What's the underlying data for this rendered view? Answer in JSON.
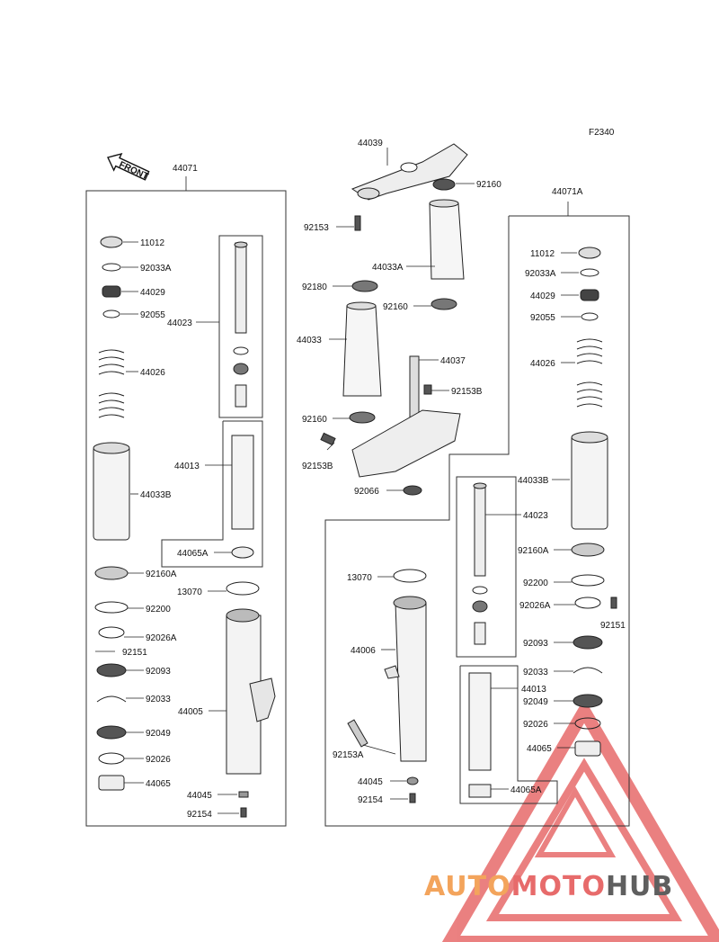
{
  "figure_code": "F2340",
  "front_label": "FRONT",
  "left_assembly": {
    "assembly_number": "44071",
    "parts": [
      "11012",
      "92033A",
      "44029",
      "92055",
      "44023",
      "44026",
      "44013",
      "44033B",
      "44065A",
      "92160A",
      "13070",
      "92200",
      "92026A",
      "92151",
      "92093",
      "92033",
      "44005",
      "92049",
      "92026",
      "44065",
      "44045",
      "92154"
    ]
  },
  "center_assembly": {
    "parts": [
      "44039",
      "92160",
      "92153",
      "44033A",
      "92180",
      "92160",
      "44033",
      "44037",
      "92153B",
      "92160",
      "92153B",
      "92066"
    ]
  },
  "right_assembly": {
    "assembly_number": "44071A",
    "parts": [
      "11012",
      "92033A",
      "44029",
      "92055",
      "44026",
      "44033B",
      "44023",
      "92160A",
      "13070",
      "92200",
      "92026A",
      "92151",
      "44006",
      "92093",
      "92033",
      "44013",
      "92049",
      "92026",
      "92153A",
      "44065",
      "44045",
      "44065A",
      "92154"
    ]
  },
  "watermark": {
    "part1": "AUTO",
    "part2": "MOTO",
    "part3": "HUB",
    "colors": {
      "orange": "#f3a45c",
      "red": "#e76b6b",
      "gray": "#5f5f5f"
    }
  }
}
